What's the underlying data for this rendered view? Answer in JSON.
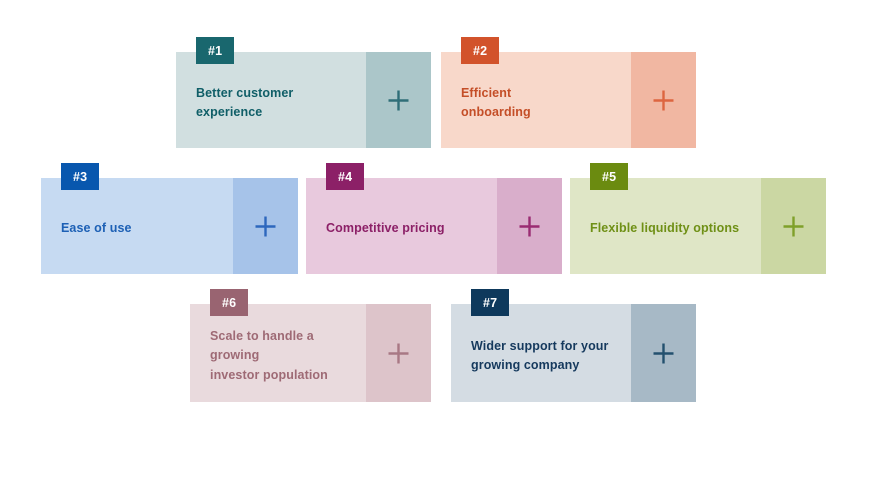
{
  "cards": [
    {
      "number": "#1",
      "label": "Better customer\nexperience",
      "colors": {
        "badge": "#19676e",
        "body": "#d1dfe0",
        "accent": "#abc6c9",
        "text": "#0f5e67",
        "plus": "#2f6e78"
      }
    },
    {
      "number": "#2",
      "label": "Efficient\nonboarding",
      "colors": {
        "badge": "#d2532b",
        "body": "#f8d8ca",
        "accent": "#f1b7a2",
        "text": "#c44e27",
        "plus": "#dd6540"
      }
    },
    {
      "number": "#3",
      "label": "Ease of use",
      "colors": {
        "badge": "#0857ae",
        "body": "#c6daf2",
        "accent": "#a6c3e9",
        "text": "#1d60b5",
        "plus": "#2d67bd"
      }
    },
    {
      "number": "#4",
      "label": "Competitive pricing",
      "colors": {
        "badge": "#8c2067",
        "body": "#e8c9dd",
        "accent": "#d9aecb",
        "text": "#8c2067",
        "plus": "#9a2c72"
      }
    },
    {
      "number": "#5",
      "label": "Flexible liquidity options",
      "colors": {
        "badge": "#6b8b10",
        "body": "#dfe6c6",
        "accent": "#cbd7a3",
        "text": "#6f9016",
        "plus": "#7fa02a"
      }
    },
    {
      "number": "#6",
      "label": "Scale to handle a growing\ninvestor population",
      "colors": {
        "badge": "#996471",
        "body": "#e9dadd",
        "accent": "#ddc4ca",
        "text": "#9e6a75",
        "plus": "#a87884"
      }
    },
    {
      "number": "#7",
      "label": "Wider support for your\ngrowing company",
      "colors": {
        "badge": "#0e395c",
        "body": "#d4dce3",
        "accent": "#a7b9c6",
        "text": "#15395d",
        "plus": "#23506e"
      }
    }
  ]
}
